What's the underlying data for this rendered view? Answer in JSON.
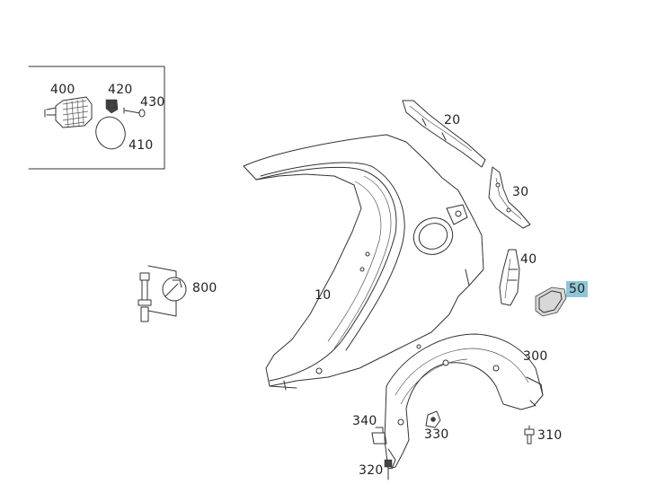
{
  "diagram": {
    "callouts": [
      {
        "id": "p400",
        "text": "400",
        "highlight": false
      },
      {
        "id": "p420",
        "text": "420",
        "highlight": false
      },
      {
        "id": "p430",
        "text": "430",
        "highlight": false
      },
      {
        "id": "p410",
        "text": "410",
        "highlight": false
      },
      {
        "id": "p20",
        "text": "20",
        "highlight": false
      },
      {
        "id": "p30",
        "text": "30",
        "highlight": false
      },
      {
        "id": "p40",
        "text": "40",
        "highlight": false
      },
      {
        "id": "p50",
        "text": "50",
        "highlight": true
      },
      {
        "id": "p800",
        "text": "800",
        "highlight": false
      },
      {
        "id": "p10",
        "text": "10",
        "highlight": false
      },
      {
        "id": "p300",
        "text": "300",
        "highlight": false
      },
      {
        "id": "p340",
        "text": "340",
        "highlight": false
      },
      {
        "id": "p330",
        "text": "330",
        "highlight": false
      },
      {
        "id": "p310",
        "text": "310",
        "highlight": false
      },
      {
        "id": "p320",
        "text": "320",
        "highlight": false
      }
    ],
    "highlight_color": "#8fc6d6"
  }
}
